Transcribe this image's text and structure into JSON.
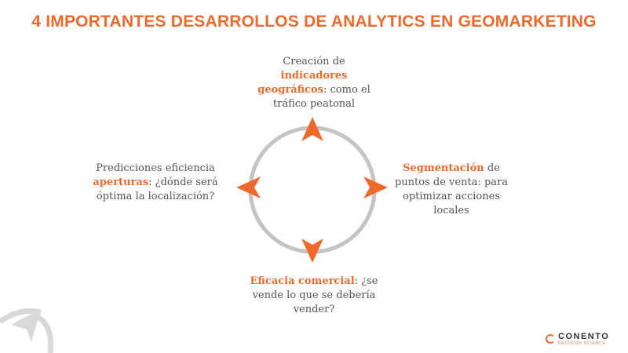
{
  "title": "4 IMPORTANTES DESARROLLOS DE ANALYTICS EN GEOMARKETING",
  "top": {
    "pre": "Creación de",
    "highlight": "indicadores geográficos",
    "post": ": como el tráfico peatonal"
  },
  "right": {
    "highlight": "Segmentación",
    "post": " de puntos de venta: para optimizar acciones locales"
  },
  "left": {
    "pre": "Predicciones eficiencia",
    "highlight": "aperturas",
    "post": ": ¿dónde será óptima la localización?"
  },
  "bottom": {
    "highlight": "Eficacia comercial",
    "post": ": ¿se vende lo que se debería vender?"
  },
  "logo": {
    "name": "CONENTO",
    "subtitle": "DECISION SCIENCE"
  },
  "colors": {
    "accent": "#ed6a2c",
    "circle": "#c4c4c4",
    "text": "#555555"
  }
}
